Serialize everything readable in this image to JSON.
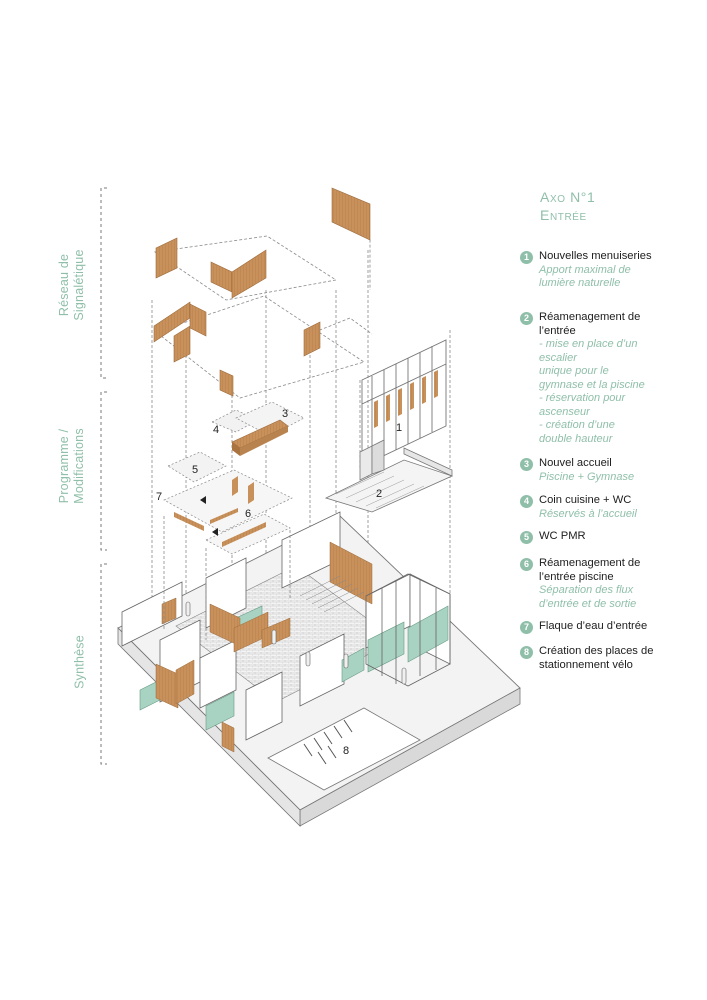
{
  "side_labels": {
    "reseau": "Réseau de\nSignalétique",
    "programme": "Programme /\nModifications",
    "synthese": "Synthèse"
  },
  "legend": {
    "title_line1": "Axo N°1",
    "title_line2": "Entrée",
    "items": [
      {
        "num": "1",
        "title": "Nouvelles menuiseries",
        "desc": "Apport maximal de\nlumière naturelle"
      },
      {
        "num": "2",
        "title": "Réamenagement de\nl’entrée",
        "desc": "- mise en place d’un\nescalier\nunique pour le\ngymnase et la piscine\n- réservation pour\nascenseur\n- création d’une\ndouble hauteur"
      },
      {
        "num": "3",
        "title": "Nouvel accueil",
        "desc": "Piscine + Gymnase"
      },
      {
        "num": "4",
        "title": "Coin cuisine + WC",
        "desc": "Réservés à l’accueil"
      },
      {
        "num": "5",
        "title": "WC PMR",
        "desc": ""
      },
      {
        "num": "6",
        "title": "Réamenagement de\nl’entrée piscine",
        "desc": "Séparation des flux\nd’entrée et de sortie"
      },
      {
        "num": "7",
        "title": "Flaque d’eau d’entrée",
        "desc": ""
      },
      {
        "num": "8",
        "title": "Création des places de\nstationnement vélo",
        "desc": ""
      }
    ]
  },
  "diagram_labels": {
    "l1": "1",
    "l2": "2",
    "l3": "3",
    "l4": "4",
    "l5": "5",
    "l6": "6",
    "l7": "7",
    "l8": "8"
  },
  "colors": {
    "accent": "#8fbfa9",
    "wood": "#c8905a",
    "glass": "#a8d2c1",
    "line": "#6f6f6f"
  }
}
